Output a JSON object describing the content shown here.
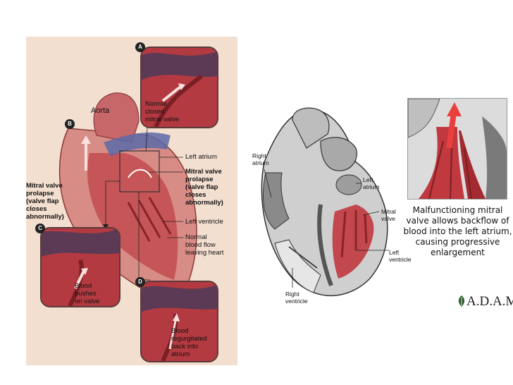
{
  "left_diagram": {
    "aorta": "Aorta",
    "left_atrium": "Left atrium",
    "mitral_valve_prolapse_right": "Mitral valve\nprolapse\n(valve flap\ncloses\nabnormally)",
    "mitral_valve_prolapse_left": "Mitral valve\nprolapse\n(valve flap\ncloses\nabnormally)",
    "left_ventricle": "Left ventricle",
    "normal_blood_flow": "Normal\nblood flow\nleaving heart",
    "badges": {
      "a": "A",
      "b": "B",
      "c": "C",
      "d": "D"
    },
    "inset_a_text": "Normal\nclosed\nmitral valve",
    "inset_c_text": "Blood\npushes\non valve",
    "inset_d_text": "Blood\nregurgitated\nback into\natrium"
  },
  "right_diagram": {
    "right_atrium": "Right\natrium",
    "left_atrium": "Left\natrium",
    "mitral_valve": "Mitral\nvalve",
    "left_ventricle": "Left\nventricle",
    "right_ventricle": "Right\nventricle"
  },
  "caption": "Malfunctioning mitral valve allows backflow of blood into the left atrium, causing progressive enlargement",
  "logo": "A.D.A.M.",
  "colors": {
    "blood": "#c0393f",
    "tissue": "#e8b9a8",
    "background": "#f3dfd0"
  }
}
